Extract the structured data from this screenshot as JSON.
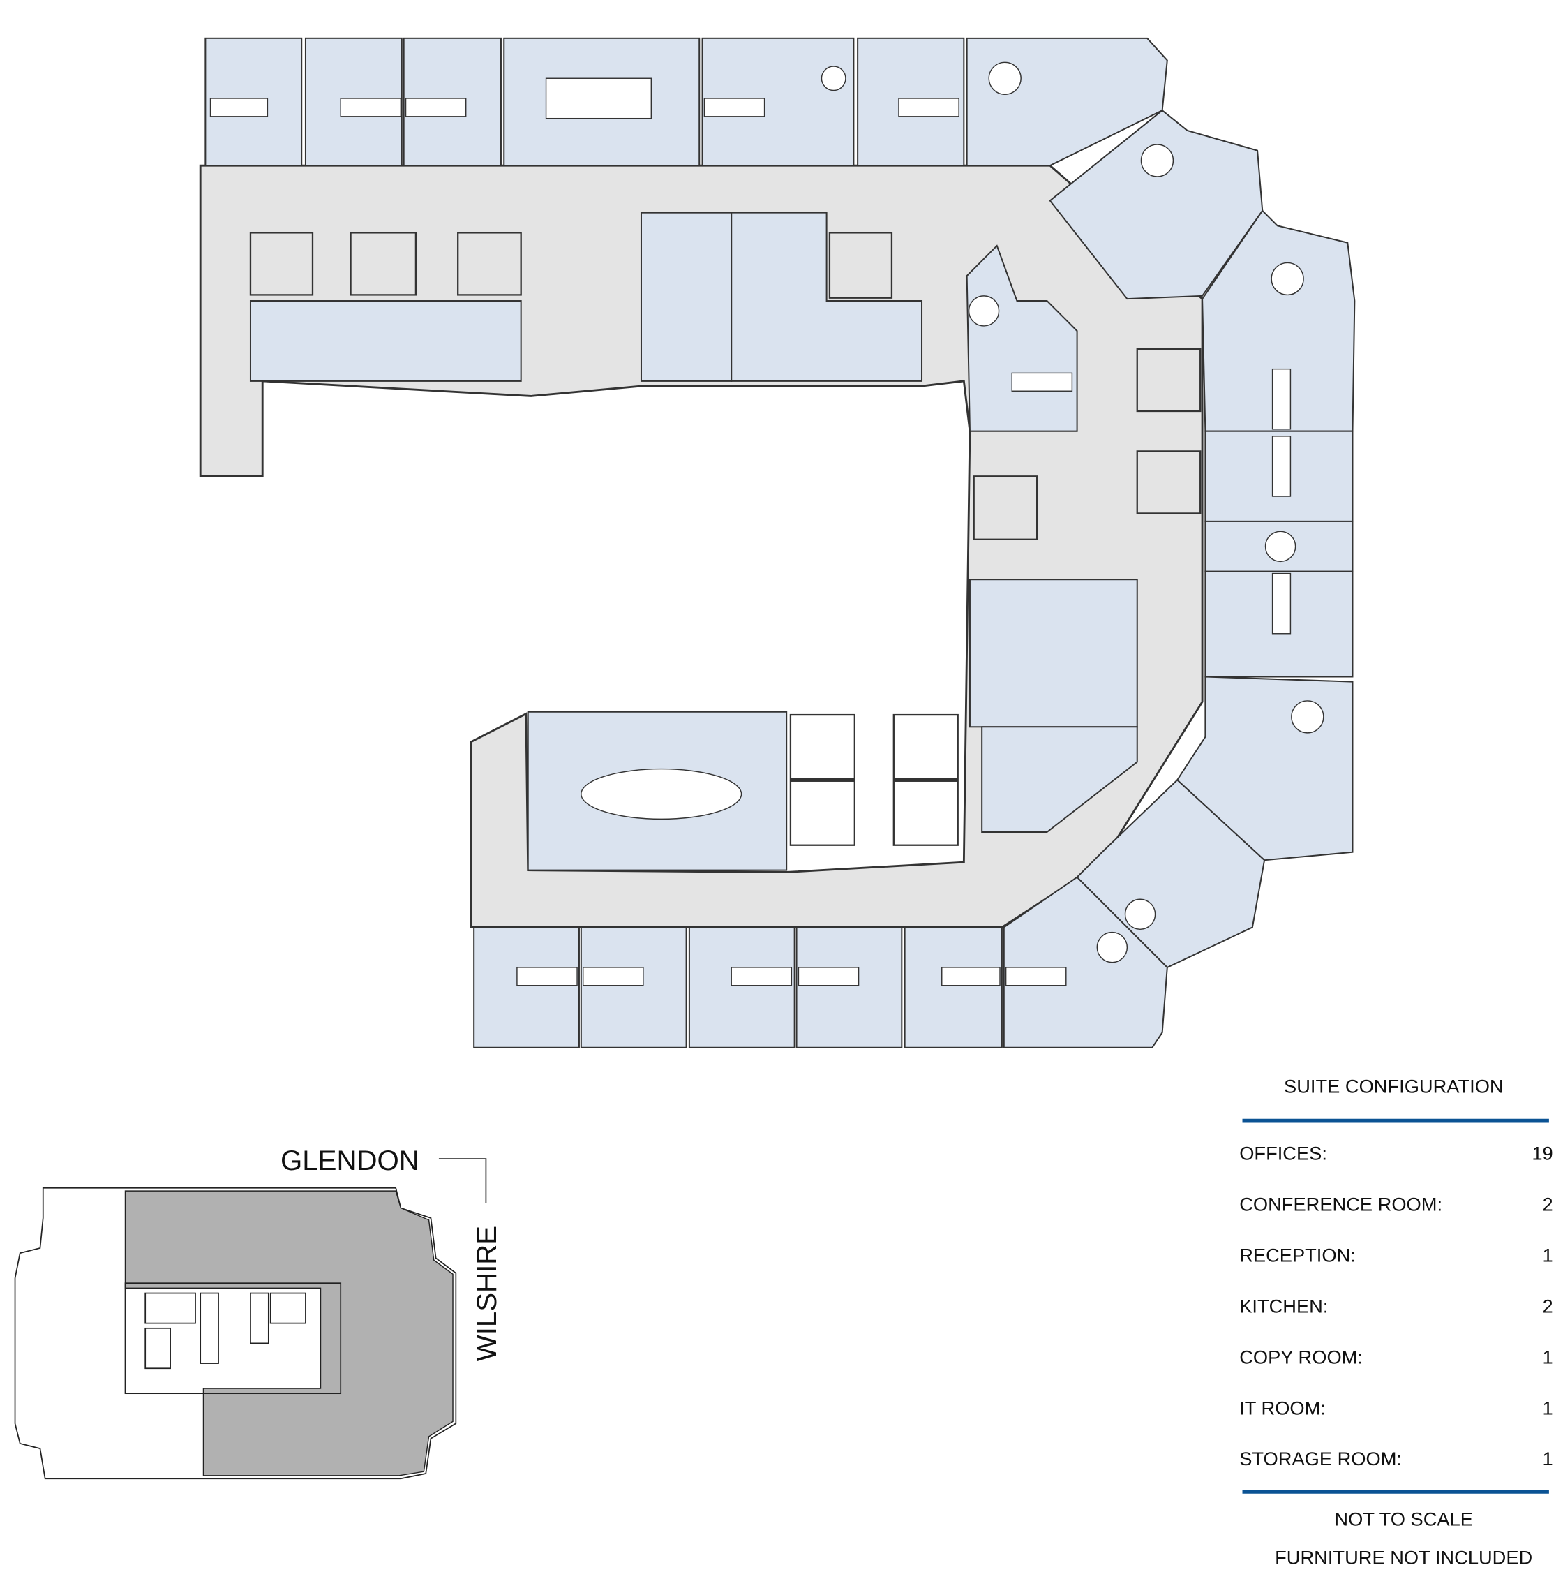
{
  "keyplan": {
    "street_top": "GLENDON",
    "street_right": "WILSHIRE"
  },
  "suite_configuration": {
    "title": "SUITE CONFIGURATION",
    "rows": [
      {
        "label": "OFFICES:",
        "value": "19"
      },
      {
        "label": "CONFERENCE ROOM:",
        "value": "2"
      },
      {
        "label": "RECEPTION:",
        "value": "1"
      },
      {
        "label": "KITCHEN:",
        "value": "2"
      },
      {
        "label": "COPY ROOM:",
        "value": "1"
      },
      {
        "label": "IT ROOM:",
        "value": "1"
      },
      {
        "label": "STORAGE ROOM:",
        "value": "1"
      }
    ],
    "note_scale": "NOT TO SCALE",
    "note_furniture": "FURNITURE NOT INCLUDED"
  },
  "colors": {
    "room_fill": "#dae3ef",
    "corridor_fill": "#e4e4e4",
    "accent_rule": "#0b5394",
    "keyplan_suite": "#b1b1b1"
  }
}
